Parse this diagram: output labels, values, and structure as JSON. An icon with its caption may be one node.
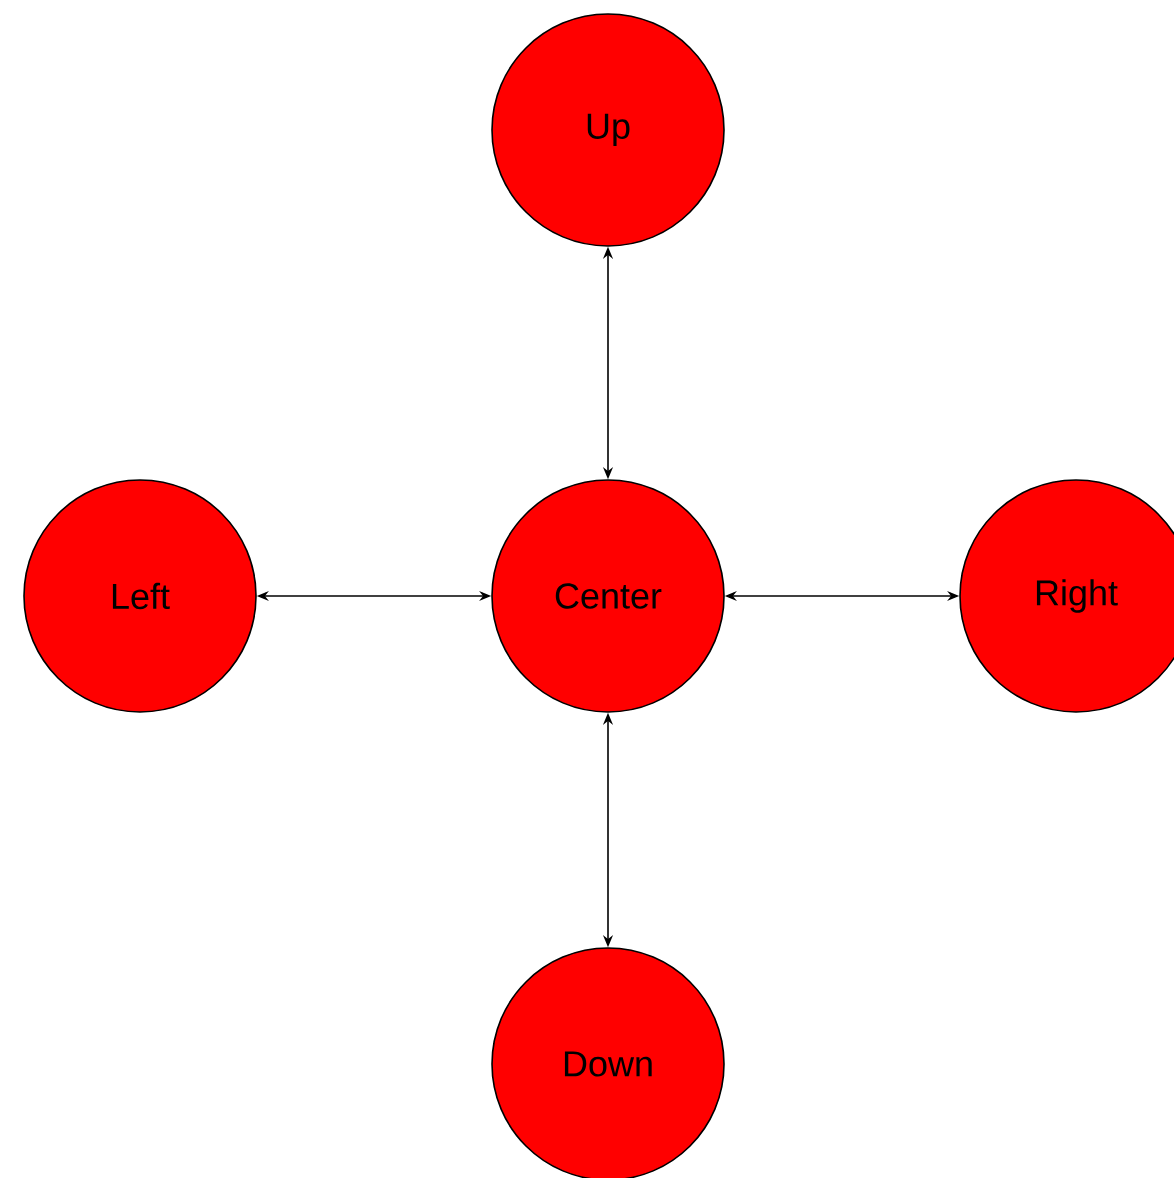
{
  "diagram": {
    "nodes": [
      {
        "text": [
          "Up"
        ]
      },
      {
        "text": [
          "Left"
        ]
      },
      {
        "text": [
          "Center"
        ]
      },
      {
        "text": [
          "Right"
        ]
      },
      {
        "text": [
          "Down"
        ]
      }
    ],
    "edges": [
      {
        "from": 0,
        "to": 2,
        "arrow": "both"
      },
      {
        "from": 1,
        "to": 2,
        "arrow": "both"
      },
      {
        "from": 2,
        "to": 3,
        "arrow": "both"
      },
      {
        "from": 2,
        "to": 4,
        "arrow": "both"
      }
    ]
  }
}
